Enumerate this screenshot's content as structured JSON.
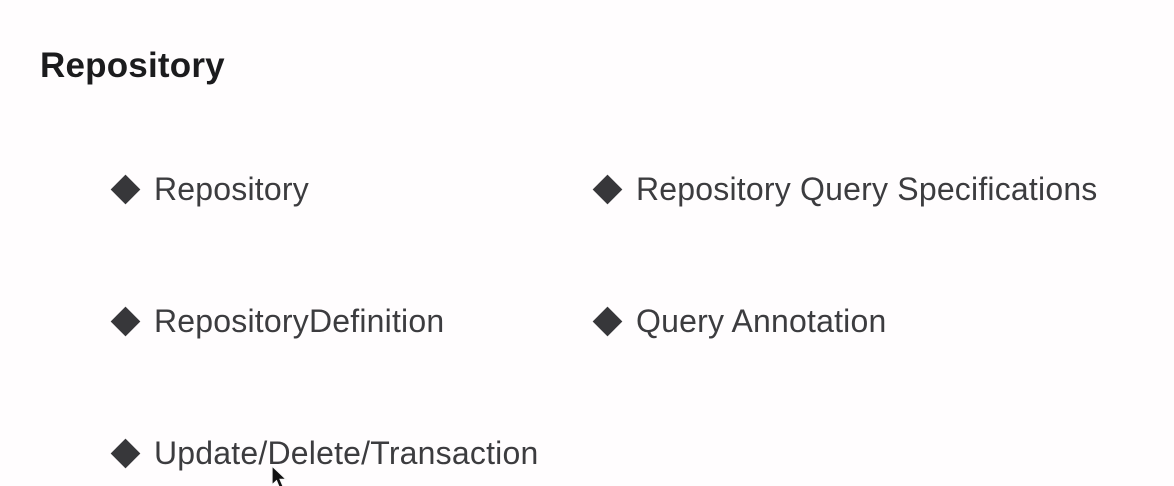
{
  "slide": {
    "title": "Repository",
    "bullets": [
      {
        "label": "Repository",
        "row": 0,
        "col": 0
      },
      {
        "label": "Repository Query Specifications",
        "row": 0,
        "col": 1
      },
      {
        "label": "RepositoryDefinition",
        "row": 1,
        "col": 0
      },
      {
        "label": "Query Annotation",
        "row": 1,
        "col": 1
      },
      {
        "label": "Update/Delete/Transaction",
        "row": 2,
        "col": 0
      }
    ],
    "bullet_marker": "diamond-icon",
    "cursor": "arrow-cursor",
    "colors": {
      "background": "#fffdfe",
      "title_text": "#1b1b1d",
      "bullet_text": "#3c3c3f",
      "diamond": "#37373a"
    }
  }
}
